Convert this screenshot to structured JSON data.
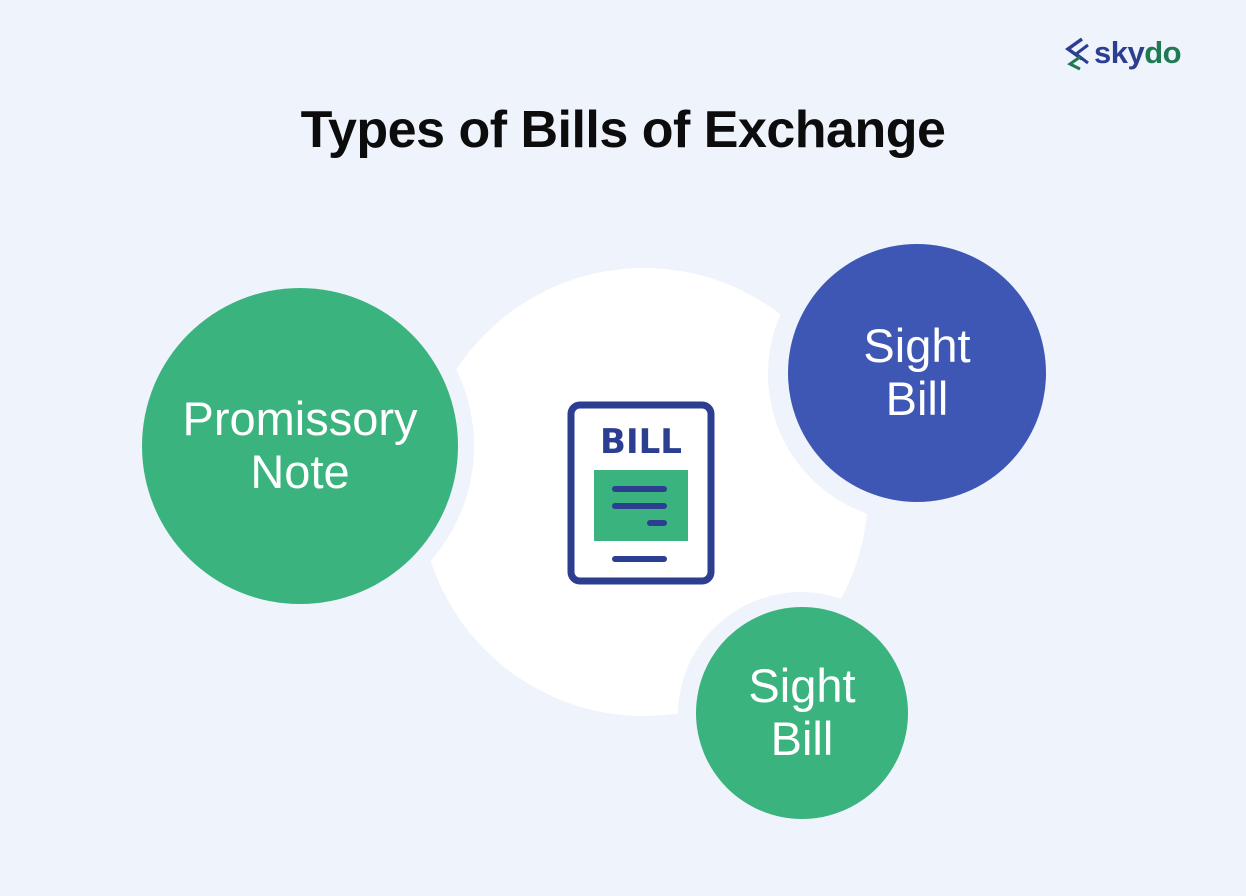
{
  "brand": {
    "logo_text_part1": "sky",
    "logo_text_part2": "do",
    "logo_icon": "skydo-chevron-mark",
    "colors": {
      "navy": "#2c3e8f",
      "green": "#1f7a52"
    }
  },
  "title": "Types of Bills of Exchange",
  "center": {
    "icon": "bill-document-icon",
    "icon_label": "BILL"
  },
  "nodes": [
    {
      "label_line1": "Promissory",
      "label_line2": "Note",
      "color": "#3bb37e",
      "position": "left"
    },
    {
      "label_line1": "Sight",
      "label_line2": "Bill",
      "color": "#3f57b4",
      "position": "top-right"
    },
    {
      "label_line1": "Sight",
      "label_line2": "Bill",
      "color": "#3bb37e",
      "position": "bottom-right"
    }
  ],
  "colors": {
    "background": "#eef3fc",
    "center_circle": "#ffffff",
    "icon_stroke": "#2c3e8f",
    "icon_fill": "#3bb37e"
  }
}
